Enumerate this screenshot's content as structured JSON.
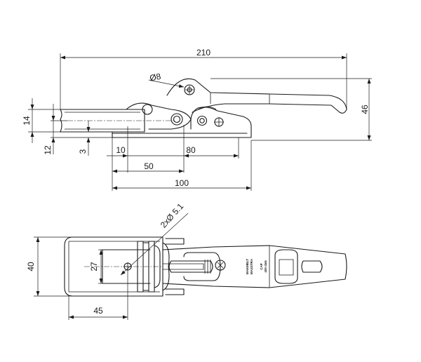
{
  "dimensions": {
    "overall_length": "210",
    "overall_height": "46",
    "hook_height": "14",
    "base_offset": "12",
    "gap": "3",
    "slot_start": "10",
    "slot_length": "80",
    "pivot_distance": "50",
    "base_length": "100",
    "pin_diameter": "Ø8",
    "base_width": "40",
    "hole_spacing_width": "27",
    "hole_spacing_length": "45",
    "hole_callout": "2xØ 5.1"
  },
  "markings": {
    "brand_line1": "MAKMELT",
    "brand_line2": "MASSTRA",
    "capacity_line1": "CAP",
    "capacity_line2": "400 daN"
  },
  "icons": [
    "center-cross-icon",
    "logo-badge-icon"
  ]
}
